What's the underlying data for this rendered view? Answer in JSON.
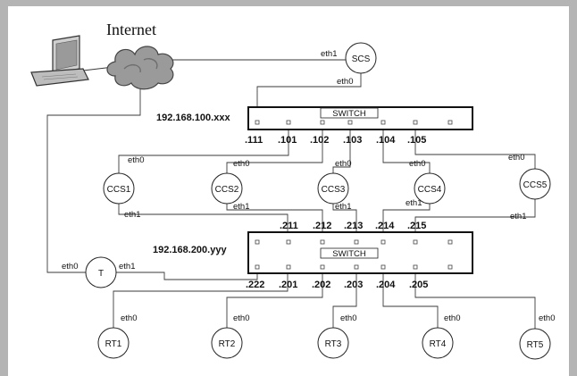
{
  "title": "Internet",
  "nodes": {
    "scs": "SCS",
    "t": "T",
    "ccs1": "CCS1",
    "ccs2": "CCS2",
    "ccs3": "CCS3",
    "ccs4": "CCS4",
    "ccs5": "CCS5",
    "rt1": "RT1",
    "rt2": "RT2",
    "rt3": "RT3",
    "rt4": "RT4",
    "rt5": "RT5"
  },
  "switch1": {
    "label": "SWITCH",
    "subnet": "192.168.100.xxx",
    "octets": [
      ".111",
      ".101",
      ".102",
      ".103",
      ".104",
      ".105"
    ]
  },
  "switch2": {
    "label": "SWITCH",
    "subnet": "192.168.200.yyy",
    "octets_top": [
      ".211",
      ".212",
      ".213",
      ".214",
      ".215"
    ],
    "octets_bottom": [
      ".222",
      ".201",
      ".202",
      ".203",
      ".204",
      ".205"
    ]
  },
  "ifaces": {
    "eth0": "eth0",
    "eth1": "eth1"
  }
}
